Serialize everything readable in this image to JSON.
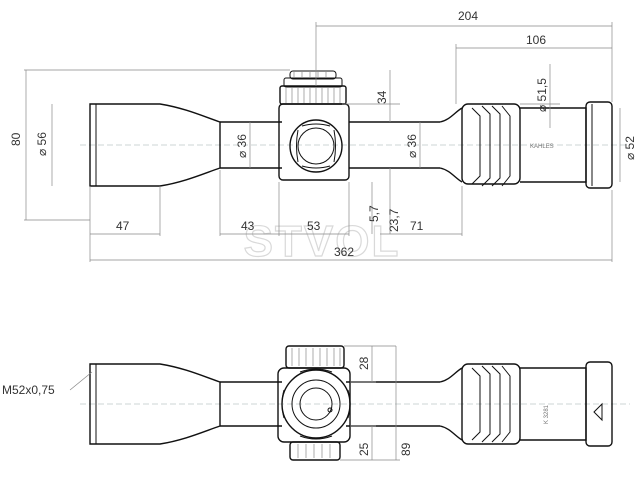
{
  "watermark": "STVOL",
  "brand_text": "KAHLES",
  "serial_text": "K 3281",
  "top_view": {
    "dims": {
      "overall_top": "204",
      "rear_section": "106",
      "total_height": "80",
      "objective_dia": "⌀ 56",
      "turret_height": "34",
      "tube_dia_front": "⌀ 36",
      "tube_dia_rear": "⌀ 36",
      "eyepiece_dia_1": "⌀ 51,5",
      "eyepiece_dia_2": "⌀ 52",
      "objective_len": "47",
      "front_tube": "43",
      "saddle": "53",
      "offset_a": "5,7",
      "offset_b": "23,7",
      "rear_tube": "71",
      "total_length": "362"
    }
  },
  "side_view": {
    "thread": "M52x0,75",
    "dims": {
      "turret_top": "28",
      "turret_bottom": "25",
      "total_height": "89"
    }
  }
}
